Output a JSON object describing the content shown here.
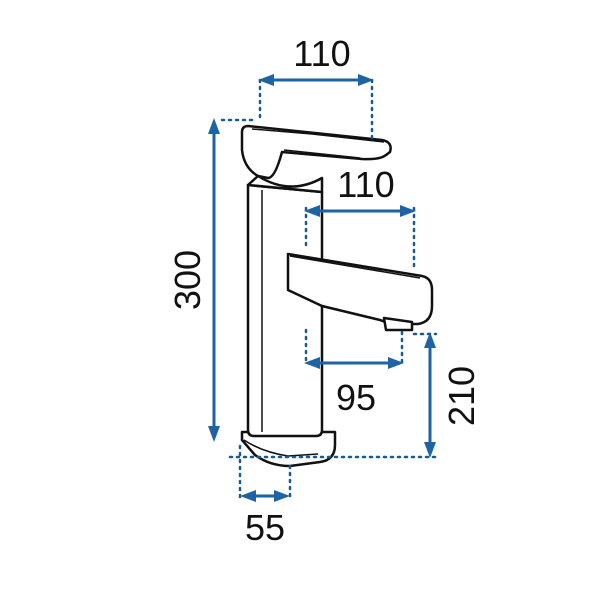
{
  "diagram": {
    "colors": {
      "dimension_arrow": "#1e63a3",
      "guide_dots": "#1a5a8c",
      "outline": "#111111",
      "background": "#ffffff"
    },
    "dimensions": {
      "handle_length": "110",
      "spout_reach": "110",
      "spout_offset": "95",
      "total_height": "300",
      "spout_height": "210",
      "base_width": "55"
    }
  }
}
